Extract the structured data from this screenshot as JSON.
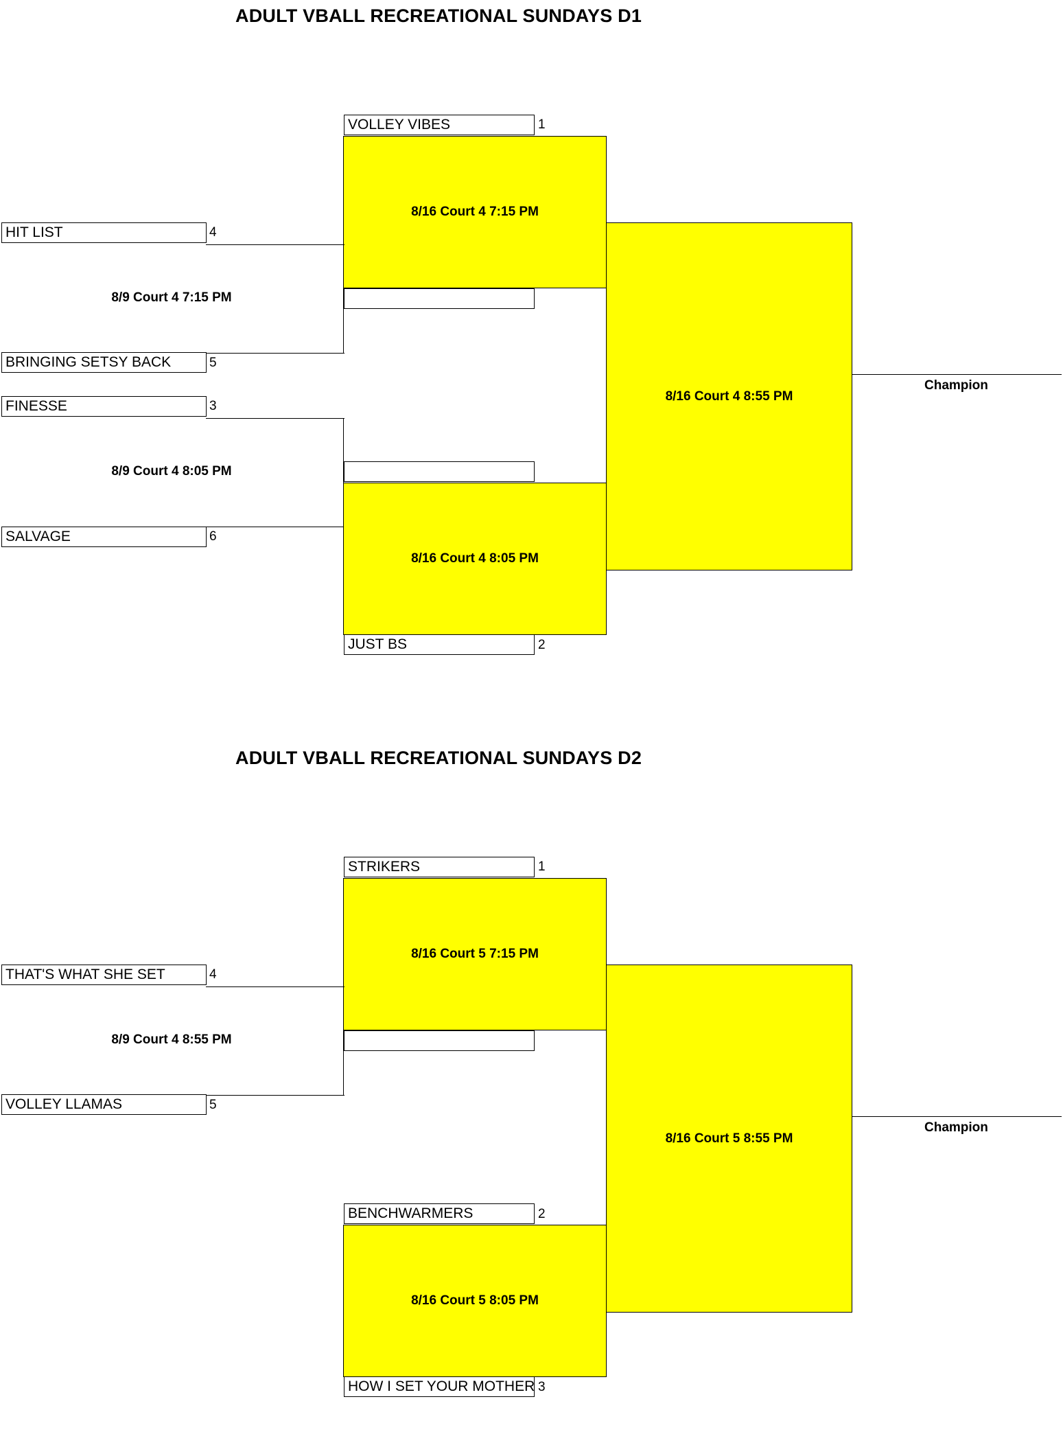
{
  "divisions": [
    {
      "title": "ADULT VBALL RECREATIONAL SUNDAYS D1",
      "first_round": [
        {
          "top_team": "HIT LIST",
          "top_seed": "4",
          "bottom_team": "BRINGING SETSY BACK",
          "bottom_seed": "5",
          "game": "8/9 Court 4 7:15 PM"
        },
        {
          "top_team": "FINESSE",
          "top_seed": "3",
          "bottom_team": "SALVAGE",
          "bottom_seed": "6",
          "game": "8/9 Court 4 8:05 PM"
        }
      ],
      "semifinals": [
        {
          "team": "VOLLEY VIBES",
          "seed": "1",
          "game": "8/16 Court 4 7:15 PM"
        },
        {
          "team": "JUST BS",
          "seed": "2",
          "game": "8/16 Court 4 8:05 PM"
        }
      ],
      "final": {
        "game": "8/16 Court 4 8:55 PM",
        "champion_label": "Champion"
      }
    },
    {
      "title": "ADULT VBALL RECREATIONAL SUNDAYS D2",
      "first_round": [
        {
          "top_team": "THAT'S WHAT SHE SET",
          "top_seed": "4",
          "bottom_team": "VOLLEY LLAMAS",
          "bottom_seed": "5",
          "game": "8/9 Court 4 8:55 PM"
        }
      ],
      "semifinals": [
        {
          "team": "STRIKERS",
          "seed": "1",
          "game": "8/16 Court 5 7:15 PM"
        },
        {
          "top_team": "BENCHWARMERS",
          "top_seed": "2",
          "team": "HOW I SET YOUR MOTHER",
          "seed": "3",
          "game": "8/16 Court 5 8:05 PM"
        }
      ],
      "final": {
        "game": "8/16 Court 5 8:55 PM",
        "champion_label": "Champion"
      }
    }
  ]
}
